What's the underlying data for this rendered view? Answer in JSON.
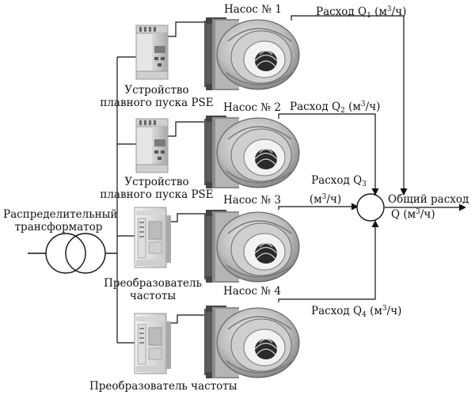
{
  "transformer_label": [
    "Распределительный",
    "трансформатор"
  ],
  "pumps": [
    {
      "title": "Насос № 1",
      "flow_prefix": "Расход Q",
      "flow_index": "1",
      "unit_prefix": "(м",
      "unit_power": "3",
      "unit_suffix": "/ч)"
    },
    {
      "title": "Насос № 2",
      "flow_prefix": "Расход Q",
      "flow_index": "2",
      "unit_prefix": "(м",
      "unit_power": "3",
      "unit_suffix": "/ч)"
    },
    {
      "title": "Насос № 3",
      "flow_prefix": "Расход Q",
      "flow_index": "3",
      "unit_prefix": "(м",
      "unit_power": "3",
      "unit_suffix": "/ч)"
    },
    {
      "title": "Насос № 4",
      "flow_prefix": "Расход Q",
      "flow_index": "4",
      "unit_prefix": "(м",
      "unit_power": "3",
      "unit_suffix": "/ч)"
    }
  ],
  "devices": [
    {
      "label_line1": "Устройство",
      "label_line2": "плавного пуска PSE"
    },
    {
      "label_line1": "Устройство",
      "label_line2": "плавного пуска PSE"
    },
    {
      "label_line1": "Преобразователь",
      "label_line2": "частоты"
    },
    {
      "label_line1": "Преобразователь частоты"
    }
  ],
  "total": {
    "line1": "Общий расход",
    "prefix": "Q (м",
    "power": "3",
    "suffix": "/ч)"
  }
}
